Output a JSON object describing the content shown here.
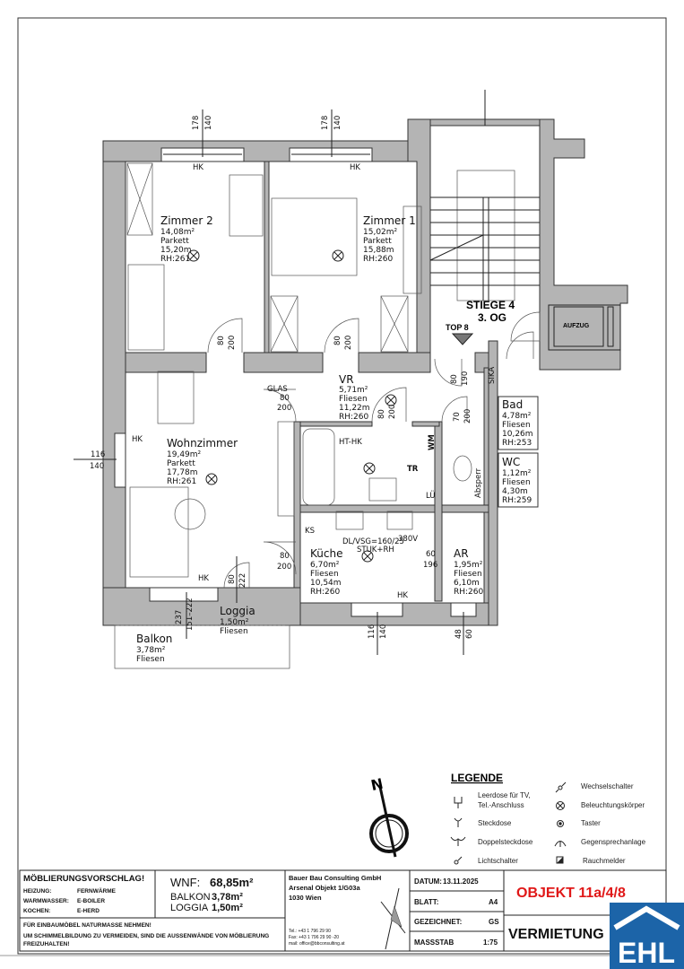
{
  "rooms": {
    "zimmer2": {
      "name": "Zimmer 2",
      "area": "14,08m²",
      "floor": "Parkett",
      "perimeter": "15,20m",
      "height": "RH:261"
    },
    "zimmer1": {
      "name": "Zimmer 1",
      "area": "15,02m²",
      "floor": "Parkett",
      "perimeter": "15,88m",
      "height": "RH:260"
    },
    "wohnzimmer": {
      "name": "Wohnzimmer",
      "area": "19,49m²",
      "floor": "Parkett",
      "perimeter": "17,78m",
      "height": "RH:261"
    },
    "vr": {
      "name": "VR",
      "area": "5,71m²",
      "floor": "Fliesen",
      "perimeter": "11,22m",
      "height": "RH:260"
    },
    "bad": {
      "name": "Bad",
      "area": "4,78m²",
      "floor": "Fliesen",
      "perimeter": "10,26m",
      "height": "RH:253"
    },
    "wc": {
      "name": "WC",
      "area": "1,12m²",
      "floor": "Fliesen",
      "perimeter": "4,30m",
      "height": "RH:259"
    },
    "kueche": {
      "name": "Küche",
      "area": "6,70m²",
      "floor": "Fliesen",
      "perimeter": "10,54m",
      "height": "RH:260"
    },
    "ar": {
      "name": "AR",
      "area": "1,95m²",
      "floor": "Fliesen",
      "perimeter": "6,10m",
      "height": "RH:260"
    },
    "loggia": {
      "name": "Loggia",
      "area": "1,50m²",
      "floor": "Fliesen"
    },
    "balkon": {
      "name": "Balkon",
      "area": "3,78m²",
      "floor": "Fliesen"
    }
  },
  "plan_labels": {
    "stiege": "STIEGE 4",
    "geschoss": "3. OG",
    "top": "TOP 8",
    "aufzug": "AUFZUG",
    "hk": "HK",
    "ht_hk": "HT-HK",
    "glas": "GLAS",
    "tr": "TR",
    "wm": "WM",
    "lue": "LÜ",
    "ks": "KS",
    "dl": "DL/VSG=160/25",
    "stuk": "STUK+RH",
    "v380": "380V",
    "sika": "SIKA",
    "absperr": "Absperr",
    "north": "N"
  },
  "dimensions": {
    "win_top": [
      "178",
      "140"
    ],
    "win_left": [
      "116",
      "140"
    ],
    "win_kueche": [
      "116",
      "140"
    ],
    "win_ar": [
      "48",
      "60"
    ],
    "door_80": "80",
    "door_200": "200",
    "door_190": "190",
    "door_70": "70",
    "door_60": "60",
    "door_196": "196",
    "loggia_222": "222",
    "balkon_237": "237",
    "balkon_151": "151–222"
  },
  "legend": {
    "title": "LEGENDE",
    "items": [
      {
        "icon": "tv-socket-icon",
        "label": "Leerdose für TV,",
        "label2": "Tel.-Anschluss"
      },
      {
        "icon": "socket-icon",
        "label": "Steckdose"
      },
      {
        "icon": "double-socket-icon",
        "label": "Doppelsteckdose"
      },
      {
        "icon": "light-switch-icon",
        "label": "Lichtschalter"
      },
      {
        "icon": "two-way-switch-icon",
        "label": "Wechselschalter"
      },
      {
        "icon": "light-fixture-icon",
        "label": "Beleuchtungskörper"
      },
      {
        "icon": "push-button-icon",
        "label": "Taster"
      },
      {
        "icon": "intercom-icon",
        "label": "Gegensprechanlage"
      },
      {
        "icon": "smoke-detector-icon",
        "label": "Rauchmelder"
      }
    ]
  },
  "title_block": {
    "heading": "MÖBLIERUNGSVORSCHLAG!",
    "heizung_label": "HEIZUNG:",
    "heizung": "FERNWÄRME",
    "warmwasser_label": "WARMWASSER:",
    "warmwasser": "E-BOILER",
    "kochen_label": "KOCHEN:",
    "kochen": "E-HERD",
    "wnf_label": "WNF:",
    "wnf": "68,85m²",
    "balkon_label": "BALKON",
    "balkon": "3,78m²",
    "loggia_label": "LOGGIA",
    "loggia": "1,50m²",
    "note1": "FÜR EINBAUMÖBEL NATURMASSE NEHMEN!",
    "note2": "UM SCHIMMELBILDUNG ZU VERMEIDEN, SIND DIE AUSSENWÄNDE VON MÖBLIERUNG",
    "note3": "FREIZUHALTEN!",
    "company": "Bauer Bau Consulting GmbH",
    "project": "Arsenal Objekt 1/G03a",
    "city": "1030 Wien",
    "tel": "Tel.: +43 1 796 29 90",
    "fax": "Fax: +43 1 796 29 90 -20",
    "mail": "mail: office@bbconsulting.at",
    "datum_label": "DATUM:",
    "datum": "13.11.2025",
    "blatt_label": "BLATT:",
    "blatt": "A4",
    "gezeichnet_label": "GEZEICHNET:",
    "gezeichnet": "GS",
    "massstab_label": "MASSSTAB",
    "massstab": "1:75",
    "objekt": "OBJEKT 11a/4/8",
    "vermietung": "VERMIETUNG"
  },
  "logo": {
    "text": "EHL",
    "color": "#1c64a8"
  },
  "colors": {
    "wall": "#b4b4b4",
    "objekt": "#e01818"
  }
}
